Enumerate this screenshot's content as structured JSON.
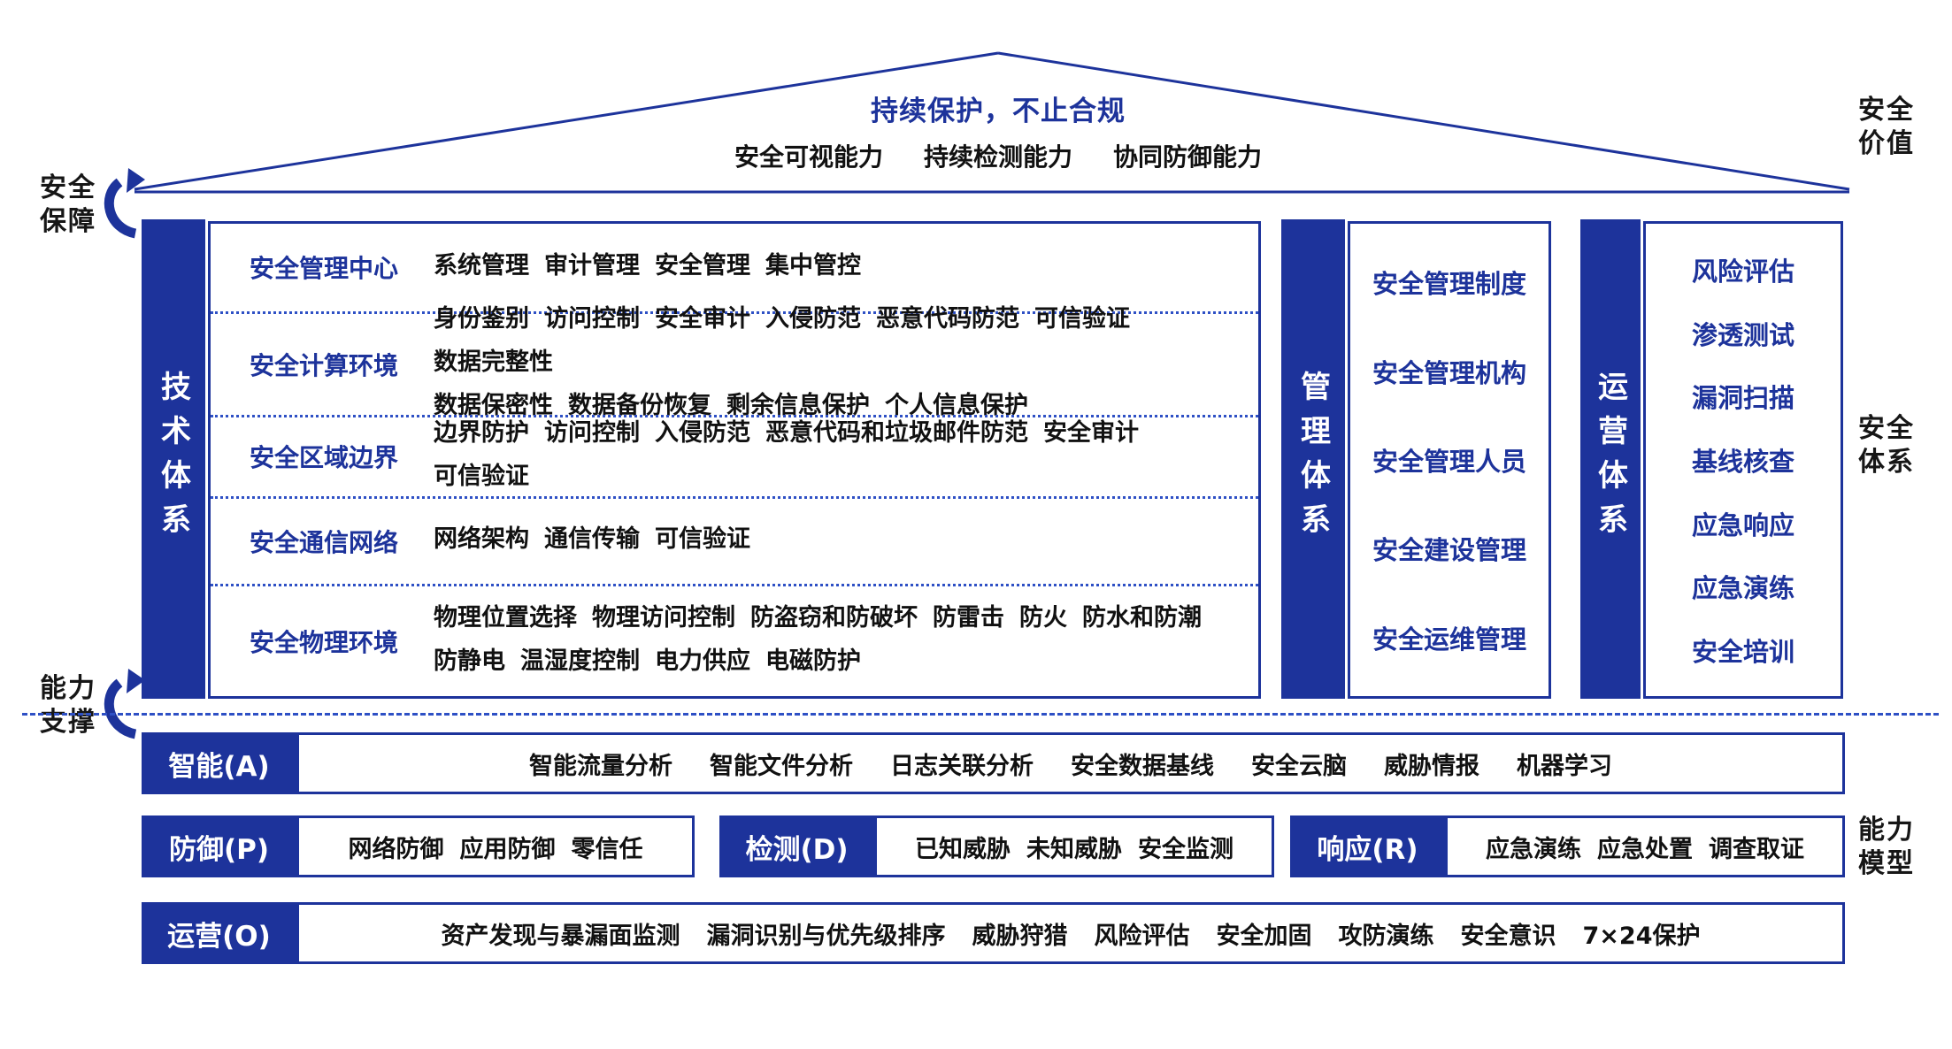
{
  "colors": {
    "primary_blue": "#1d339b",
    "dash_blue": "#2e50c5",
    "text_black": "#111111"
  },
  "roof": {
    "title": "持续保护，不止合规",
    "capabilities": [
      "安全可视能力",
      "持续检测能力",
      "协同防御能力"
    ]
  },
  "side_labels": {
    "top_left": "安全保障",
    "bottom_left": "能力支撑",
    "top_right": "安全价值",
    "mid_right": "安全体系",
    "bottom_right": "能力模型"
  },
  "tech": {
    "bar": "技术体系",
    "rows": [
      {
        "title": "安全管理中心",
        "lines": [
          [
            "系统管理",
            "审计管理",
            "安全管理",
            "集中管控"
          ]
        ]
      },
      {
        "title": "安全计算环境",
        "lines": [
          [
            "身份鉴别",
            "访问控制",
            "安全审计",
            "入侵防范",
            "恶意代码防范",
            "可信验证",
            "数据完整性"
          ],
          [
            "数据保密性",
            "数据备份恢复",
            "剩余信息保护",
            "个人信息保护"
          ]
        ]
      },
      {
        "title": "安全区域边界",
        "lines": [
          [
            "边界防护",
            "访问控制",
            "入侵防范",
            "恶意代码和垃圾邮件防范",
            "安全审计",
            "可信验证"
          ]
        ]
      },
      {
        "title": "安全通信网络",
        "lines": [
          [
            "网络架构",
            "通信传输",
            "可信验证"
          ]
        ]
      },
      {
        "title": "安全物理环境",
        "lines": [
          [
            "物理位置选择",
            "物理访问控制",
            "防盗窃和防破坏",
            "防雷击",
            "防火",
            "防水和防潮"
          ],
          [
            "防静电",
            "温湿度控制",
            "电力供应",
            "电磁防护"
          ]
        ]
      }
    ]
  },
  "management": {
    "bar": "管理体系",
    "items": [
      "安全管理制度",
      "安全管理机构",
      "安全管理人员",
      "安全建设管理",
      "安全运维管理"
    ]
  },
  "operation": {
    "bar": "运营体系",
    "items": [
      "风险评估",
      "渗透测试",
      "漏洞扫描",
      "基线核查",
      "应急响应",
      "应急演练",
      "安全培训"
    ]
  },
  "capability_rows": {
    "intelligence": {
      "label": "智能(A)",
      "items": [
        "智能流量分析",
        "智能文件分析",
        "日志关联分析",
        "安全数据基线",
        "安全云脑",
        "威胁情报",
        "机器学习"
      ]
    },
    "defense": {
      "label": "防御(P)",
      "items": [
        "网络防御",
        "应用防御",
        "零信任"
      ]
    },
    "detection": {
      "label": "检测(D)",
      "items": [
        "已知威胁",
        "未知威胁",
        "安全监测"
      ]
    },
    "response": {
      "label": "响应(R)",
      "items": [
        "应急演练",
        "应急处置",
        "调查取证"
      ]
    },
    "operation": {
      "label": "运营(O)",
      "items": [
        "资产发现与暴漏面监测",
        "漏洞识别与优先级排序",
        "威胁狩猎",
        "风险评估",
        "安全加固",
        "攻防演练",
        "安全意识",
        "7×24保护"
      ]
    }
  }
}
